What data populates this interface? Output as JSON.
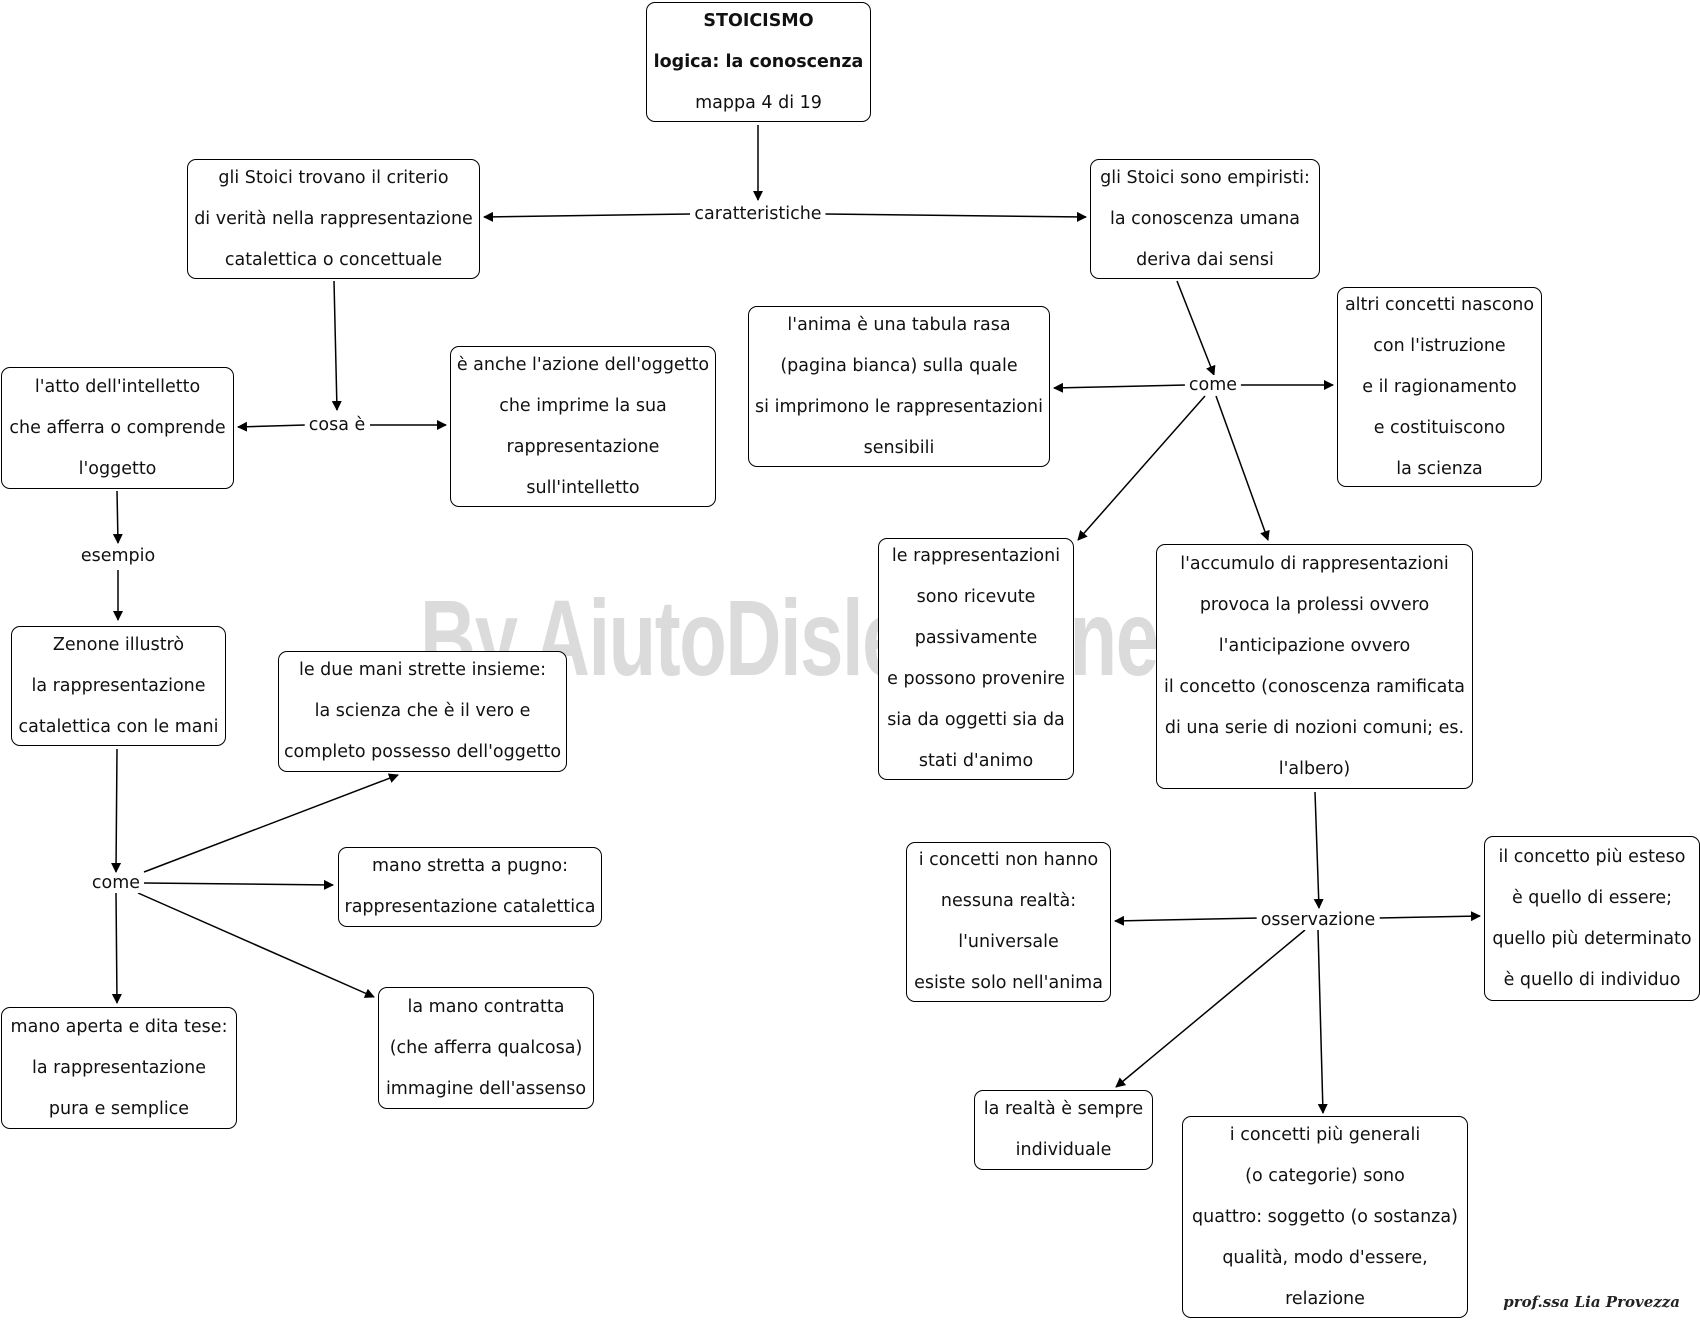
{
  "title": {
    "line1": "STOICISMO",
    "line2": "logica: la conoscenza",
    "line3": "mappa 4 di 19"
  },
  "links": {
    "caratteristiche": "caratteristiche",
    "cosa_e": "cosa è",
    "esempio": "esempio",
    "come_left": "come",
    "come_right": "come",
    "osservazione": "osservazione"
  },
  "nodes": {
    "criterio": [
      "gli Stoici trovano il criterio",
      "di verità nella rappresentazione",
      "catalettica o concettuale"
    ],
    "empiristi": [
      "gli Stoici sono empiristi:",
      "la conoscenza umana",
      "deriva dai sensi"
    ],
    "atto": [
      "l'atto dell'intelletto",
      "che afferra o comprende",
      "l'oggetto"
    ],
    "azione": [
      "è anche l'azione dell'oggetto",
      "che imprime la sua",
      "rappresentazione",
      "sull'intelletto"
    ],
    "anima": [
      "l'anima è una tabula rasa",
      "(pagina bianca) sulla quale",
      "si imprimono le rappresentazioni",
      "sensibili"
    ],
    "altri": [
      "altri concetti nascono",
      "con l'istruzione",
      "e il ragionamento",
      "e costituiscono",
      "la scienza"
    ],
    "zenone": [
      "Zenone illustrò",
      "la rappresentazione",
      "catalettica con le mani"
    ],
    "due_mani": [
      "le due mani strette insieme:",
      "la scienza che è il vero e",
      "completo possesso dell'oggetto"
    ],
    "ricevute": [
      "le rappresentazioni",
      "sono ricevute",
      "passivamente",
      "e possono provenire",
      "sia da oggetti sia da",
      "stati d'animo"
    ],
    "accumulo": [
      "l'accumulo di rappresentazioni",
      "provoca la prolessi ovvero",
      "l'anticipazione ovvero",
      "il concetto (conoscenza ramificata",
      "di una serie di nozioni comuni; es.",
      "l'albero)"
    ],
    "pugno": [
      "mano stretta a pugno:",
      "rappresentazione catalettica"
    ],
    "aperta": [
      "mano aperta e dita tese:",
      "la rappresentazione",
      "pura e semplice"
    ],
    "contratta": [
      "la mano contratta",
      "(che afferra qualcosa)",
      "immagine dell'assenso"
    ],
    "non_realta": [
      "i concetti non hanno",
      "nessuna realtà:",
      "l'universale",
      "esiste solo nell'anima"
    ],
    "esteso": [
      "il concetto più esteso",
      "è quello di essere;",
      "quello più determinato",
      "è quello di individuo"
    ],
    "individuale": [
      "la realtà è sempre",
      "individuale"
    ],
    "categorie": [
      "i concetti più generali",
      "(o categorie) sono",
      "quattro: soggetto (o sostanza)",
      "qualità, modo d'essere,",
      "relazione"
    ]
  },
  "watermark": "By AiutoDislessia.net",
  "signature": "prof.ssa Lia Provezza"
}
